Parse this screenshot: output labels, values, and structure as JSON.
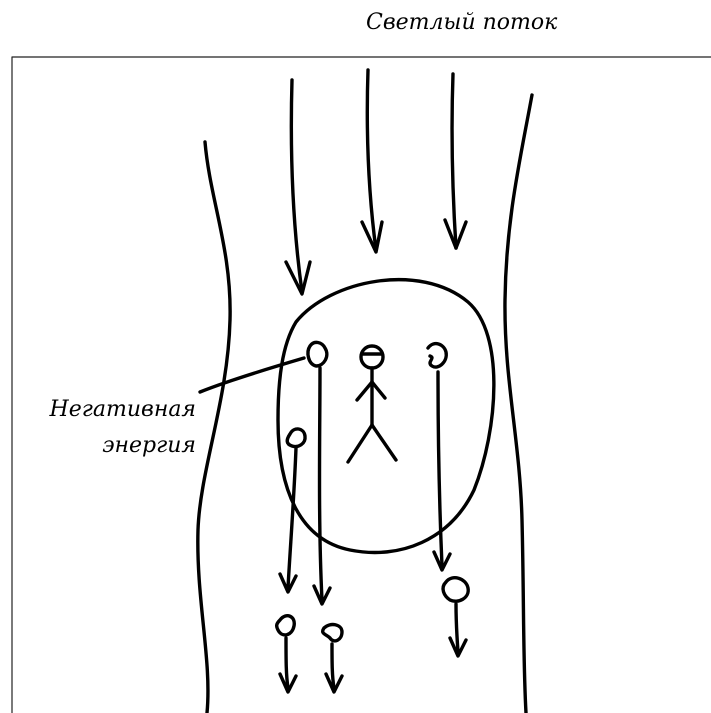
{
  "diagram": {
    "title": "Светлый поток",
    "negative_label_line1": "Негативная",
    "negative_label_line2": "энергия"
  },
  "colors": {
    "ink": "#000000",
    "background": "#ffffff",
    "frame": "#222222"
  }
}
